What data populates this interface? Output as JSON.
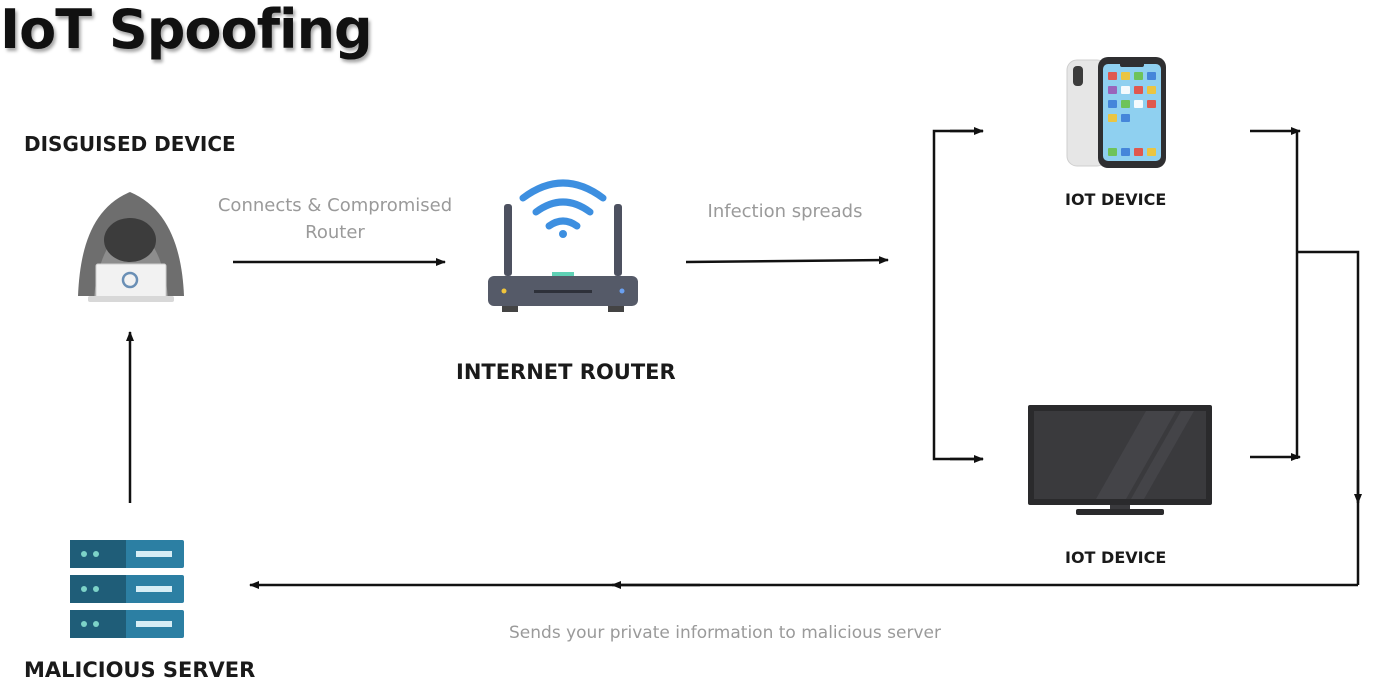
{
  "title": "IoT Spoofing",
  "nodes": {
    "disguised_device": {
      "label": "DISGUISED DEVICE",
      "icon": "hacker-icon"
    },
    "internet_router": {
      "label": "INTERNET ROUTER",
      "icon": "router-icon"
    },
    "iot_device_phone": {
      "label": "IOT DEVICE",
      "icon": "smartphone-icon"
    },
    "iot_device_tv": {
      "label": "IOT DEVICE",
      "icon": "television-icon"
    },
    "malicious_server": {
      "label": "MALICIOUS SERVER",
      "icon": "server-icon"
    }
  },
  "edges": {
    "connects": {
      "line1": "Connects & Compromised",
      "line2": "Router"
    },
    "infection": {
      "label": "Infection spreads"
    },
    "sends": {
      "label": "Sends your private information to malicious server"
    }
  },
  "colors": {
    "arrow": "#111111",
    "caption": "#9a9a9a",
    "router_body": "#555a68",
    "wifi": "#3d8fe0",
    "server_blue": "#2c7fa3",
    "server_dark": "#1f5d78",
    "hacker_gray": "#7a7a7a"
  }
}
